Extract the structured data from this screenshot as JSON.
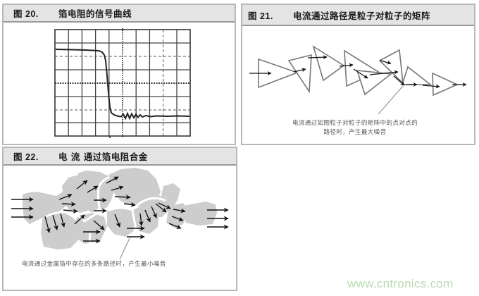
{
  "figures": [
    {
      "number": "图 20.",
      "title": "箔电阻的信号曲线",
      "type": "oscilloscope-trace"
    },
    {
      "number": "图 21.",
      "title": "电流通过路径是粒子对粒子的矩阵",
      "caption_line1": "电流通过如图粒子对粒子的矩阵中的点对点的",
      "caption_line2": "路径时，产生最大噪音"
    },
    {
      "number": "图 22.",
      "title": "电 流 通过箔电阻合金",
      "caption": "电流通过金属箔中存在的多条路径时，产生最小噪音"
    }
  ],
  "watermark": "www.cntronics.com",
  "colors": {
    "header_bg": "#e4e4e4",
    "border": "#b8b8b8",
    "blob": "#cfcfcf",
    "watermark": "#b9dcb0"
  },
  "chart_data": {
    "type": "line",
    "title": "箔电阻的信号曲线",
    "xlabel": "",
    "ylabel": "",
    "grid": {
      "columns": 10,
      "rows": 8,
      "on": true
    },
    "x": [
      0,
      1,
      2,
      3,
      3.5,
      3.8,
      4.0,
      4.1,
      4.3,
      4.6,
      5.0,
      5.3,
      5.6,
      5.9,
      6.2,
      6.5,
      7,
      8,
      9,
      10
    ],
    "values": [
      6.6,
      6.55,
      6.5,
      6.4,
      6.1,
      5.0,
      3.0,
      1.9,
      1.55,
      1.45,
      1.3,
      1.6,
      1.2,
      1.5,
      1.25,
      1.4,
      1.35,
      1.4,
      1.35,
      1.4
    ],
    "annotations": "Step falling edge near division 4 with ringing settling to ~1.4 div"
  }
}
